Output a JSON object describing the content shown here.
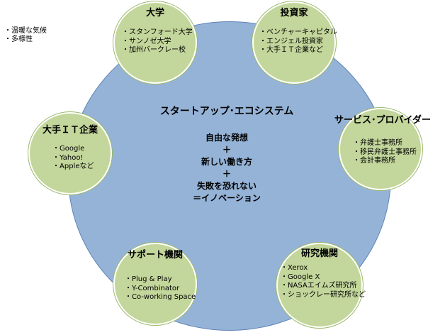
{
  "side_note": [
    "・温暖な気候",
    "・多様性"
  ],
  "center": {
    "title": "スタートアップ･エコシステム",
    "lines": [
      "自由な発想",
      "＋",
      "新しい働き方",
      "＋",
      "失敗を恐れない",
      "＝イノベーション"
    ]
  },
  "circles": {
    "university": {
      "title": "大学",
      "items": [
        "・スタンフォード大学",
        "・サンノゼ大学",
        "・加州バークレー校"
      ]
    },
    "investors": {
      "title": "投資家",
      "items": [
        "・ベンチャーキャピタル",
        "・エンジェル投資家",
        "・大手ＩＴ企業など"
      ]
    },
    "it_companies": {
      "title": "大手ＩＴ企業",
      "items": [
        "・Google",
        "・Yahoo!",
        "・Appleなど"
      ]
    },
    "service_providers": {
      "title": "サービス･プロバイダー",
      "items": [
        "・弁護士事務所",
        "・移民弁護士事務所",
        "・会計事務所"
      ]
    },
    "support": {
      "title": "サポート機関",
      "items": [
        "・Plug & Play",
        "・Y-Combinator",
        "・Co-working Space"
      ]
    },
    "research": {
      "title": "研究機関",
      "items": [
        "・Xerox",
        "・Google X",
        "・NASAエイムズ研究所",
        "・ショックレー研究所など"
      ]
    }
  },
  "colors": {
    "ecosystem_fill": "#95b3d7",
    "node_fill": "#c3d69b"
  }
}
